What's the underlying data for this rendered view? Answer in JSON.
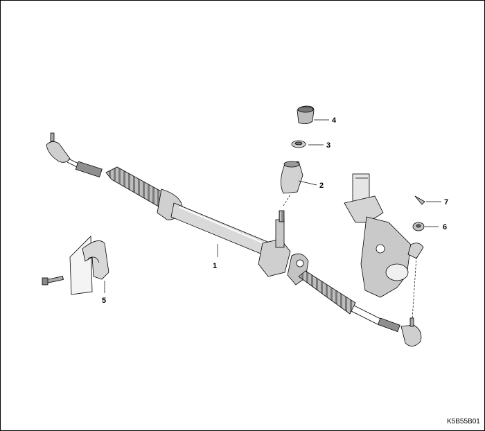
{
  "figure": {
    "code": "K5B55B01",
    "colors": {
      "part_fill": "#d6d6d6",
      "part_dark": "#9a9a9a",
      "part_light": "#eeeeee",
      "line": "#000000"
    }
  },
  "callouts": [
    {
      "id": "1",
      "label": "1"
    },
    {
      "id": "2",
      "label": "2"
    },
    {
      "id": "3",
      "label": "3"
    },
    {
      "id": "4",
      "label": "4"
    },
    {
      "id": "5",
      "label": "5"
    },
    {
      "id": "6",
      "label": "6"
    },
    {
      "id": "7",
      "label": "7"
    }
  ]
}
